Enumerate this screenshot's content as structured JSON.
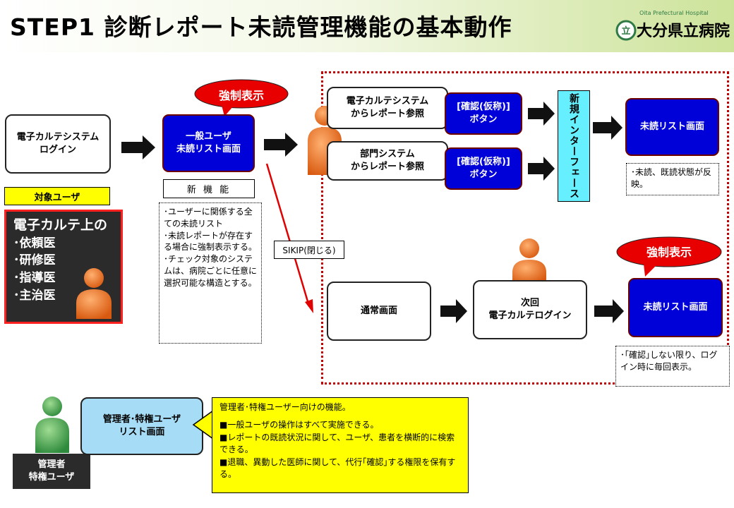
{
  "title": "STEP1 診断レポート未読管理機能の基本動作",
  "logo": {
    "sub": "Oita Prefectural Hospital",
    "name": "大分県立病院",
    "mark": "立"
  },
  "nodes": {
    "login": "電子カルテシステム\nログイン",
    "general_user_list": "一般ユーザ\n未読リスト画面",
    "new_function": "新 機 能",
    "ekarte_report": "電子カルテシステム\nからレポート参照",
    "dept_report": "部門システム\nからレポート参照",
    "confirm_btn_1": "[確認(仮称)]\nボタン",
    "confirm_btn_2": "[確認(仮称)]\nボタン",
    "new_interface": "新規インターフェース",
    "unread_list_top": "未読リスト画面",
    "normal_screen": "通常画面",
    "next_login": "次回\n電子カルテログイン",
    "unread_list_bottom": "未読リスト画面",
    "admin_list": "管理者･特権ユーザ\nリスト画面"
  },
  "bubbles": {
    "forced_1": "強制表示",
    "forced_2": "強制表示"
  },
  "sikip": "SIKIP(閉じる)",
  "notes": {
    "features": "･ユーザーに関係する全ての未読リスト\n･未読レポートが存在する場合に強制表示する。\n･チェック対象のシステムは、病院ごとに任意に選択可能な構造とする。",
    "status_reflect": "･未読、既読状態が反映。",
    "until_confirm": "･｢確認｣しない限り、ログイン時に毎回表示。"
  },
  "target": {
    "label": "対象ユーザ",
    "heading": "電子カルテ上の",
    "items": [
      "･依頼医",
      "･研修医",
      "･指導医",
      "･主治医"
    ]
  },
  "admin": {
    "label_line1": "管理者",
    "label_line2": "特権ユーザ",
    "note_lines": [
      "管理者･特権ユーザー向けの機能。",
      "■一般ユーザの操作はすべて実施できる。",
      "■レポートの既読状況に関して、ユーザ、患者を横断的に検索できる。",
      "■退職、異動した医師に関して、代行｢確認｣する権限を保有する。"
    ]
  },
  "colors": {
    "blue_box": "#0000d8",
    "forced_bubble": "#e80000",
    "cyan_box": "#66f0ff",
    "yellow_note": "#ffff00",
    "dashed_border": "#c00000",
    "person_orange": "#e66a1c",
    "person_green": "#3e9a4a"
  }
}
